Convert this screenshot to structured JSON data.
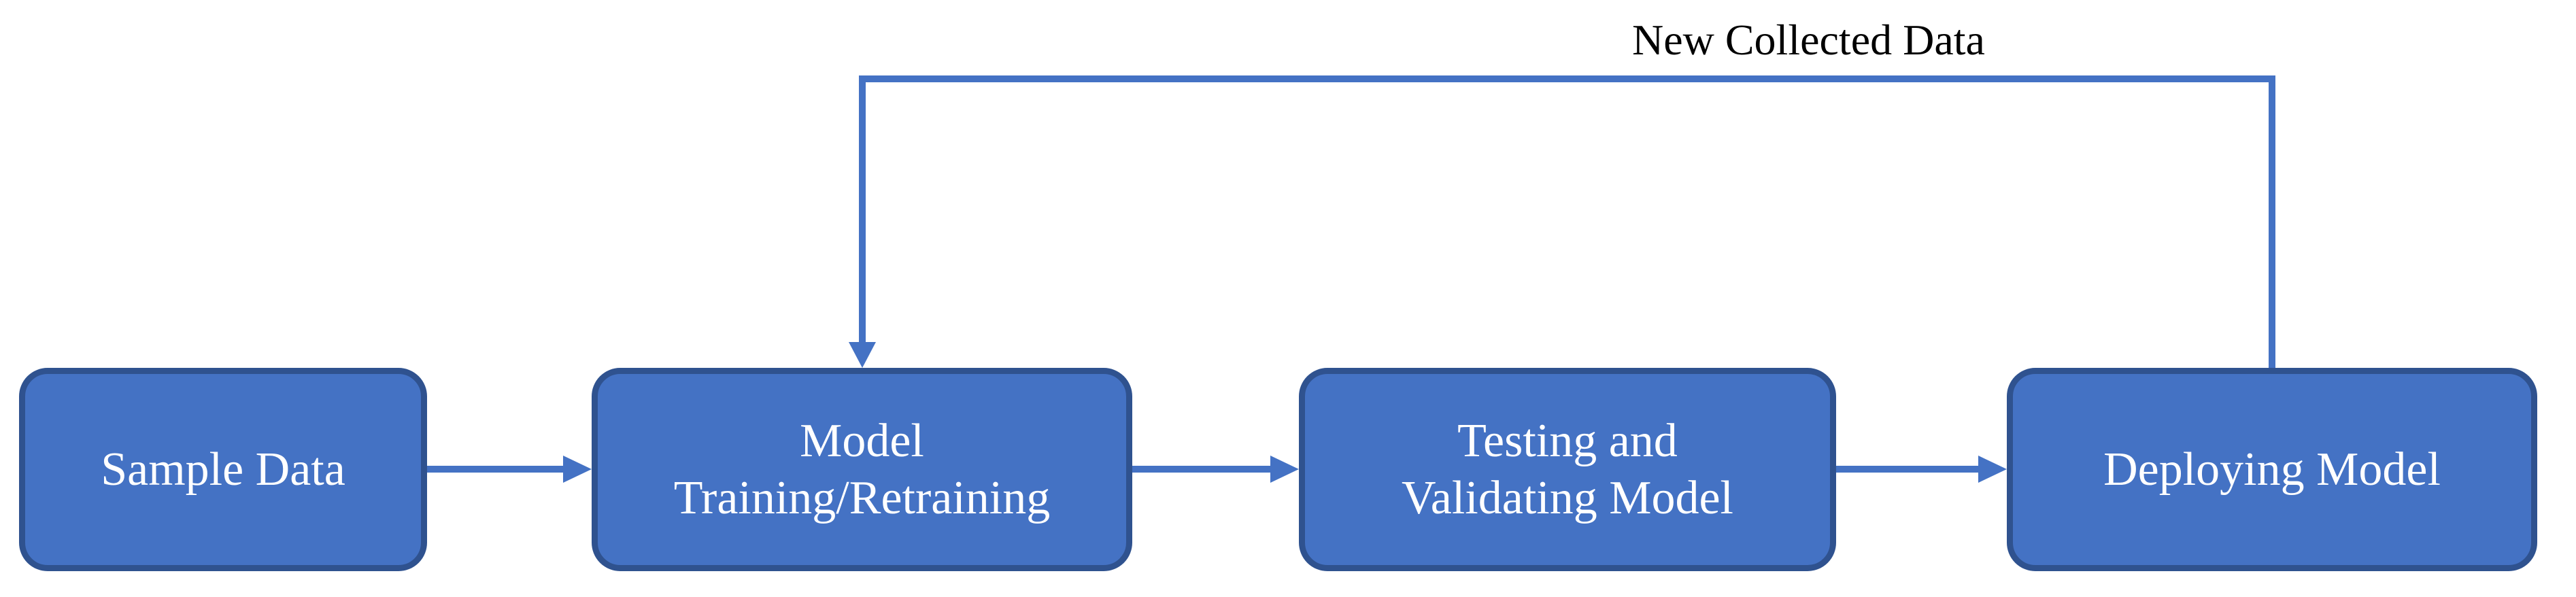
{
  "diagram": {
    "type": "flowchart",
    "background": "#FFFFFF",
    "nodes": [
      {
        "id": "sample-data",
        "label": "Sample Data"
      },
      {
        "id": "model-training-retraining",
        "label": "Model\nTraining/Retraining"
      },
      {
        "id": "testing-validating-model",
        "label": "Testing and\nValidating Model"
      },
      {
        "id": "deploying-model",
        "label": "Deploying Model"
      }
    ],
    "edges": [
      {
        "from": "sample-data",
        "to": "model-training-retraining",
        "type": "arrow",
        "label": ""
      },
      {
        "from": "model-training-retraining",
        "to": "testing-validating-model",
        "type": "arrow",
        "label": ""
      },
      {
        "from": "testing-validating-model",
        "to": "deploying-model",
        "type": "arrow",
        "label": ""
      },
      {
        "from": "deploying-model",
        "to": "model-training-retraining",
        "type": "feedback-arrow",
        "label": "New Collected Data"
      }
    ],
    "colors": {
      "node_fill": "#4472C4",
      "node_border": "#2F528F",
      "connector": "#4472C4",
      "node_text": "#FFFFFF",
      "edge_label_text": "#000000"
    }
  }
}
